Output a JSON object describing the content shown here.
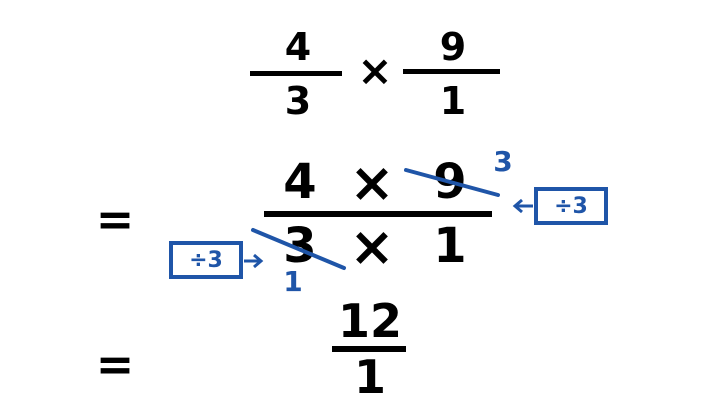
{
  "line1": {
    "left_fraction": {
      "numerator": "4",
      "denominator": "3"
    },
    "operator": "×",
    "right_fraction": {
      "numerator": "9",
      "denominator": "1"
    }
  },
  "line2": {
    "equals": "=",
    "numerator": {
      "left": "4",
      "operator": "×",
      "right": "9"
    },
    "denominator": {
      "left": "3",
      "operator": "×",
      "right": "1"
    },
    "annotations": {
      "right_box_label": "÷3",
      "right_result": "3",
      "left_box_label": "÷3",
      "left_result": "1"
    }
  },
  "line3": {
    "equals": "=",
    "fraction": {
      "numerator": "12",
      "denominator": "1"
    }
  },
  "colors": {
    "ink": "#000000",
    "annotation": "#1f55a8"
  }
}
